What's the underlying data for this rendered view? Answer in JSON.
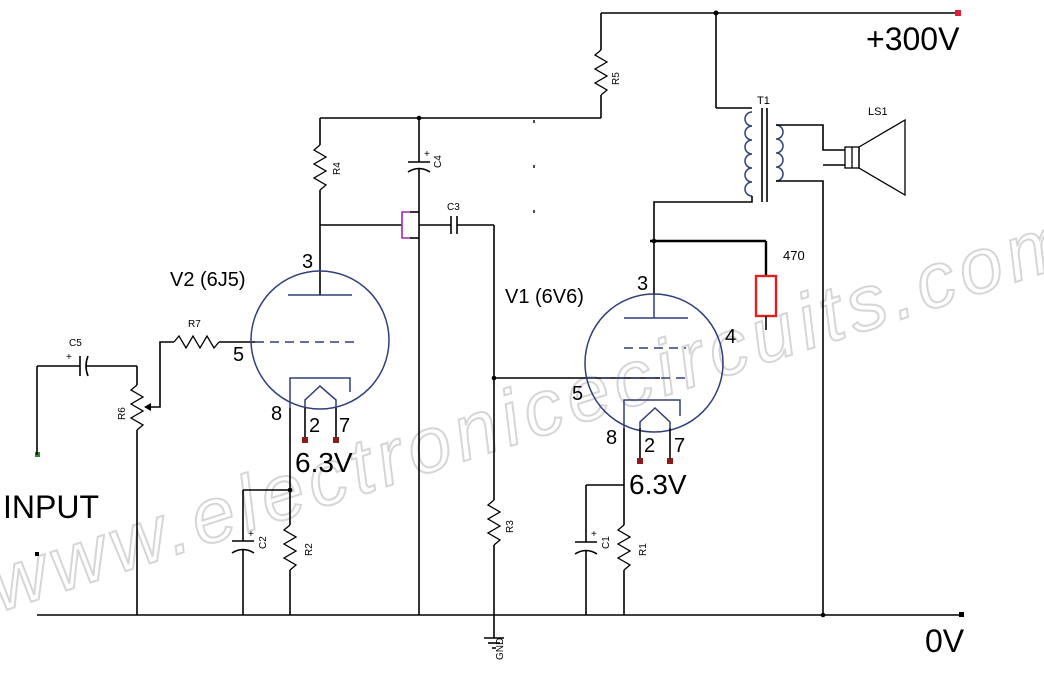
{
  "watermark": "www.electronicecircuits.com",
  "labels": {
    "supply": "+300V",
    "ground_rail": "0V",
    "input": "INPUT",
    "gnd": "GND",
    "v1_name": "V1 (6V6)",
    "v2_name": "V2 (6J5)",
    "heater_v1": "6.3V",
    "heater_v2": "6.3V",
    "resistor_470": "470",
    "transformer": "T1",
    "speaker": "LS1"
  },
  "components": {
    "R1": "R1",
    "R2": "R2",
    "R3": "R3",
    "R4": "R4",
    "R5": "R5",
    "R6": "R6",
    "R7": "R7",
    "C1": "C1",
    "C2": "C2",
    "C3": "C3",
    "C4": "C4",
    "C5": "C5"
  },
  "pins": {
    "v2_plate": "3",
    "v2_grid": "5",
    "v2_cathode": "8",
    "v2_h1": "2",
    "v2_h2": "7",
    "v1_plate": "3",
    "v1_screen": "4",
    "v1_grid": "5",
    "v1_cathode": "8",
    "v1_h1": "2",
    "v1_h2": "7"
  },
  "colors": {
    "wire": "#000000",
    "tube": "#2e3f7a",
    "supply_terminal": "#e0203a",
    "input_terminal": "#2e8b3a",
    "heater_pin": "#8b1a1a",
    "resistor_470": "#e02020"
  }
}
